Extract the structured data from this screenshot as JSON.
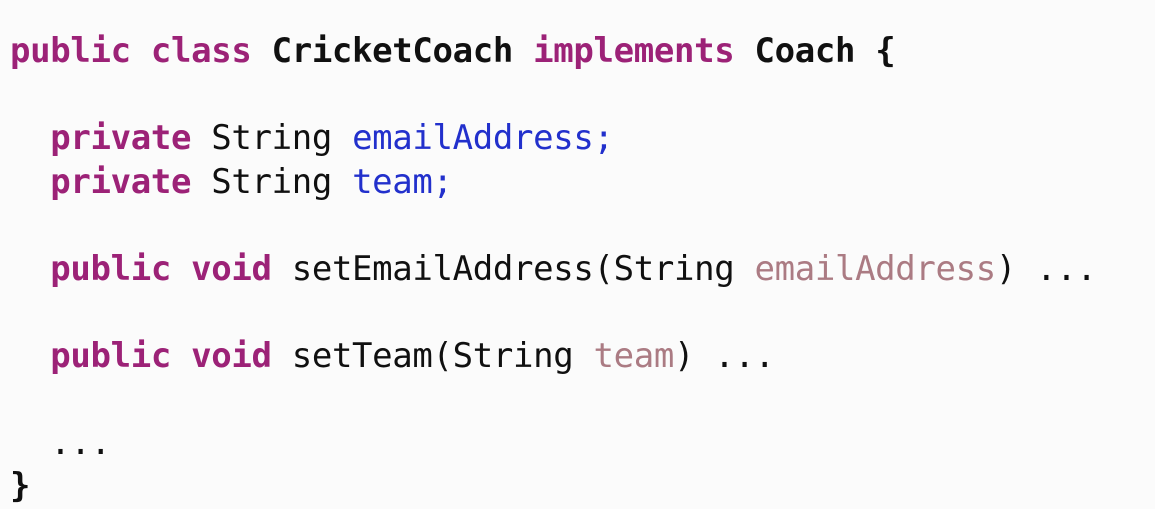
{
  "slide": {
    "kind": "code-snippet",
    "language": "java",
    "background_color": "#fbfbfb"
  },
  "colors": {
    "keyword": "#9c2277",
    "identifier": "#101010",
    "field_name": "#2230cc",
    "parameter_name": "#ab7b83",
    "background": "#fbfbfb"
  },
  "code": {
    "lines": [
      {
        "id": "class-declaration",
        "indent": "",
        "bold": true,
        "tokens": [
          {
            "t": "public",
            "c": "kw"
          },
          {
            "t": " ",
            "c": "plain"
          },
          {
            "t": "class",
            "c": "kw"
          },
          {
            "t": " ",
            "c": "plain"
          },
          {
            "t": "CricketCoach",
            "c": "plain"
          },
          {
            "t": " ",
            "c": "plain"
          },
          {
            "t": "implements",
            "c": "kw"
          },
          {
            "t": " ",
            "c": "plain"
          },
          {
            "t": "Coach",
            "c": "plain"
          },
          {
            "t": " ",
            "c": "plain"
          },
          {
            "t": "{",
            "c": "plain"
          }
        ]
      },
      {
        "id": "blank-1",
        "blank": true,
        "tokens": []
      },
      {
        "id": "field-email-address",
        "indent": "  ",
        "tokens": [
          {
            "t": "private",
            "c": "kw"
          },
          {
            "t": " ",
            "c": "plain"
          },
          {
            "t": "String",
            "c": "type"
          },
          {
            "t": " ",
            "c": "plain"
          },
          {
            "t": "emailAddress",
            "c": "field"
          },
          {
            "t": ";",
            "c": "field"
          }
        ]
      },
      {
        "id": "field-team",
        "indent": "  ",
        "tokens": [
          {
            "t": "private",
            "c": "kw"
          },
          {
            "t": " ",
            "c": "plain"
          },
          {
            "t": "String",
            "c": "type"
          },
          {
            "t": " ",
            "c": "plain"
          },
          {
            "t": "team",
            "c": "field"
          },
          {
            "t": ";",
            "c": "field"
          }
        ]
      },
      {
        "id": "blank-2",
        "blank": true,
        "tokens": []
      },
      {
        "id": "method-set-email-address",
        "indent": "  ",
        "tokens": [
          {
            "t": "public",
            "c": "kw"
          },
          {
            "t": " ",
            "c": "plain"
          },
          {
            "t": "void",
            "c": "kw"
          },
          {
            "t": " ",
            "c": "plain"
          },
          {
            "t": "setEmailAddress",
            "c": "plain"
          },
          {
            "t": "(",
            "c": "plain"
          },
          {
            "t": "String",
            "c": "type"
          },
          {
            "t": " ",
            "c": "plain"
          },
          {
            "t": "emailAddress",
            "c": "param"
          },
          {
            "t": ")",
            "c": "plain"
          },
          {
            "t": " ",
            "c": "plain"
          },
          {
            "t": "...",
            "c": "ellipsis"
          }
        ]
      },
      {
        "id": "blank-3",
        "blank": true,
        "tokens": []
      },
      {
        "id": "method-set-team",
        "indent": "  ",
        "tokens": [
          {
            "t": "public",
            "c": "kw"
          },
          {
            "t": " ",
            "c": "plain"
          },
          {
            "t": "void",
            "c": "kw"
          },
          {
            "t": " ",
            "c": "plain"
          },
          {
            "t": "setTeam",
            "c": "plain"
          },
          {
            "t": "(",
            "c": "plain"
          },
          {
            "t": "String",
            "c": "type"
          },
          {
            "t": " ",
            "c": "plain"
          },
          {
            "t": "team",
            "c": "param"
          },
          {
            "t": ")",
            "c": "plain"
          },
          {
            "t": " ",
            "c": "plain"
          },
          {
            "t": "...",
            "c": "ellipsis"
          }
        ]
      },
      {
        "id": "blank-4",
        "blank": true,
        "tokens": []
      },
      {
        "id": "body-ellipsis",
        "indent": "  ",
        "tokens": [
          {
            "t": "...",
            "c": "ellipsis"
          }
        ]
      },
      {
        "id": "class-closing-brace",
        "indent": "",
        "tokens": [
          {
            "t": "}",
            "c": "brace"
          }
        ]
      }
    ]
  }
}
